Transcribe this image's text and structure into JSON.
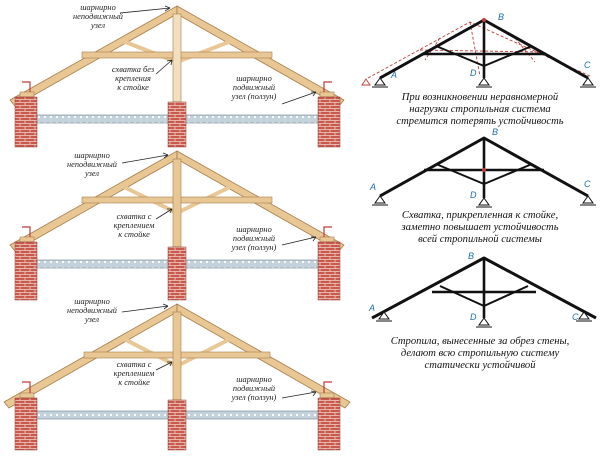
{
  "colors": {
    "wood": "#e8c795",
    "wood_edge": "#a77d48",
    "brick": "#c9584d",
    "mortar": "#f0d2c8",
    "slab": "#c4d2dc",
    "slab_edge": "#6d8292",
    "frame": "#111111",
    "deformed": "#c23a3a",
    "point_label": "#1d6fb0",
    "arrow": "#222222"
  },
  "diagram_1": {
    "ridge_label": "шарнирно\nнеподвижный\nузел",
    "tie_label": "схватка без\nкрепления\nк стойке",
    "slider_label": "шарнирно\nподвижный\nузел (ползун)"
  },
  "diagram_2": {
    "ridge_label": "шарнирно\nнеподвижный\nузел",
    "tie_label": "схватка с\nкреплением\nк стойке",
    "slider_label": "шарнирно\nподвижный\nузел (ползун)"
  },
  "diagram_3": {
    "ridge_label": "шарнирно\nнеподвижный\nузел",
    "tie_label": "схватка с\nкреплением\nк стойке",
    "slider_label": "шарнирно\nподвижный\nузел (ползун)"
  },
  "scheme_1": {
    "points": {
      "a": "A",
      "b": "B",
      "c": "C",
      "d": "D"
    },
    "caption": "При возникновении неравномерной\nнагрузки стропильная система\nстремится потерять устойчивость"
  },
  "scheme_2": {
    "points": {
      "a": "A",
      "b": "B",
      "c": "C",
      "d": "D"
    },
    "caption": "Схватка, прикрепленная к стойке,\nзаметно повышает устойчивость\nвсей стропильной системы"
  },
  "scheme_3": {
    "points": {
      "a": "A",
      "b": "B",
      "c": "C",
      "d": "D"
    },
    "caption": "Стропила, вынесенные за обрез стены,\nделают всю стропильную систему\nстатически устойчивой"
  }
}
